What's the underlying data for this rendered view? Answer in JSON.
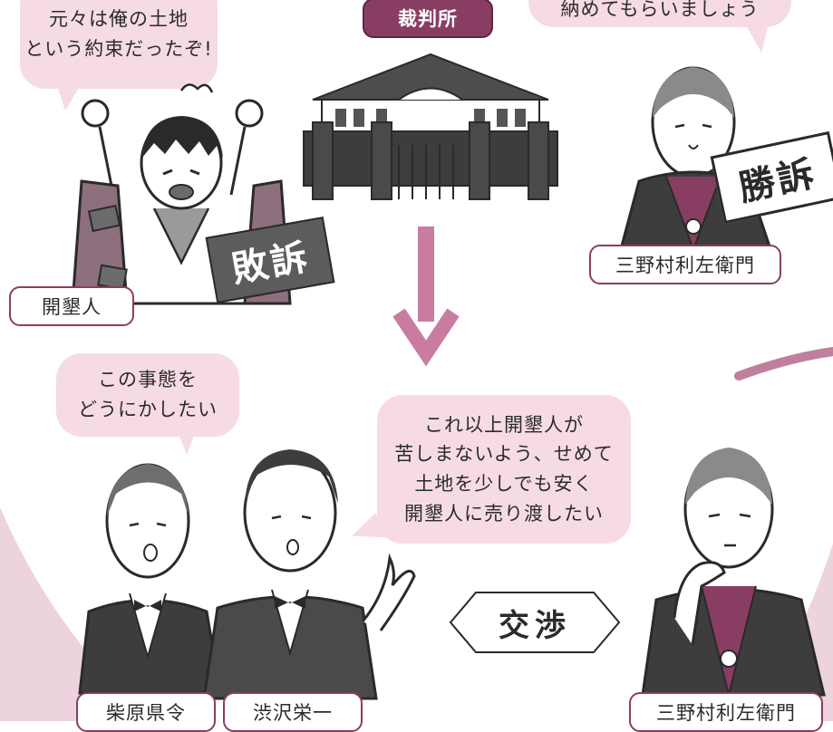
{
  "court": {
    "title": "裁判所"
  },
  "top_left": {
    "speech": "元々は俺の土地\nという約束だったぞ!",
    "name": "開墾人",
    "verdict": "敗訴"
  },
  "top_right": {
    "speech": "納めてもらいましょう",
    "name": "三野村利左衛門",
    "verdict": "勝訴"
  },
  "bottom": {
    "left_speech": "この事態を\nどうにかしたい",
    "center_speech": "これ以上開墾人が\n苦しまないよう、せめて\n土地を少しでも安く\n開墾人に売り渡したい",
    "name_1": "柴原県令",
    "name_2": "渋沢栄一",
    "name_3": "三野村利左衛門",
    "negotiation": "交渉"
  },
  "colors": {
    "accent": "#8a3d63",
    "bubble": "#f6dbe5",
    "background_curve": "#e8c4d2",
    "arrow": "#c97ca0",
    "defeat_stamp": "#5c5c5c",
    "win_stamp": "#ffffff"
  }
}
